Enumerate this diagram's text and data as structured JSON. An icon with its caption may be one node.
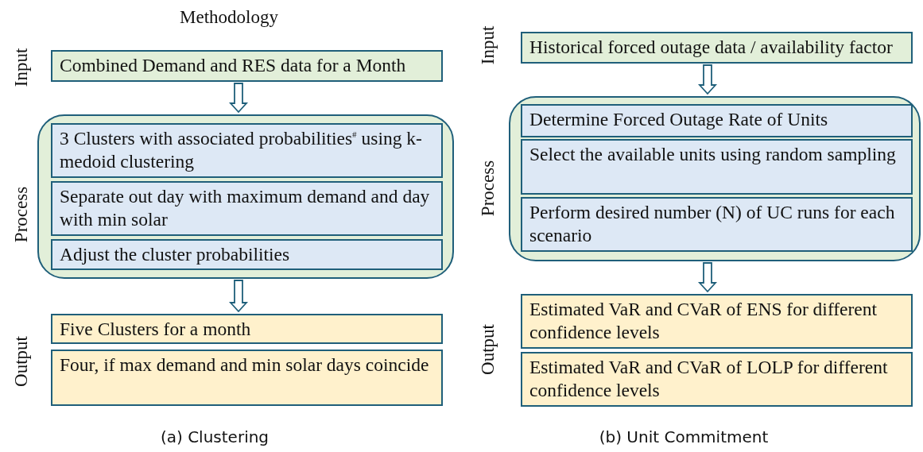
{
  "diagram": {
    "title": "Methodology",
    "nodes": [
      {
        "text": [
          "Combined Demand and RES data for a Month"
        ]
      },
      {
        "text": [],
        "shape": "box"
      },
      {
        "text": [
          "3 Clusters with associated probabilities$^{#}$ using k-medoid clustering"
        ],
        "in": 1
      },
      {
        "text": [
          "Separate out day with maximum demand and day with min solar"
        ],
        "in": 1
      },
      {
        "text": [
          "Adjust the cluster probabilities"
        ],
        "in": 1
      },
      {
        "text": [
          "Five Clusters for a month"
        ]
      },
      {
        "text": [
          "Four, if max demand and min solar days coincide"
        ]
      },
      {
        "text": [
          "Historical forced outage data / availability factor"
        ]
      },
      {
        "text": [],
        "shape": "box"
      },
      {
        "text": [
          "Determine Forced Outage Rate of Units"
        ],
        "in": 8
      },
      {
        "text": [
          "Select the available units using random sampling"
        ],
        "in": 8
      },
      {
        "text": [
          "Perform desired number (N) of UC runs for each scenario"
        ],
        "in": 8
      },
      {
        "text": [
          "Estimated VaR and CVaR of ENS for different confidence levels"
        ]
      },
      {
        "text": [
          "Estimated VaR and CVaR of LOLP for different confidence levels"
        ]
      }
    ],
    "edges": [
      {
        "from": 0,
        "to": 1,
        "arrow": "to"
      },
      {
        "from": 1,
        "to": 5,
        "arrow": "to"
      },
      {
        "from": 7,
        "to": 8,
        "arrow": "to"
      },
      {
        "from": 8,
        "to": 12,
        "arrow": "to"
      }
    ],
    "labels": [
      "Input",
      "Process",
      "Output",
      "Input",
      "Process",
      "Output",
      "(a) Clustering",
      "(b) Unit Commitment"
    ]
  }
}
